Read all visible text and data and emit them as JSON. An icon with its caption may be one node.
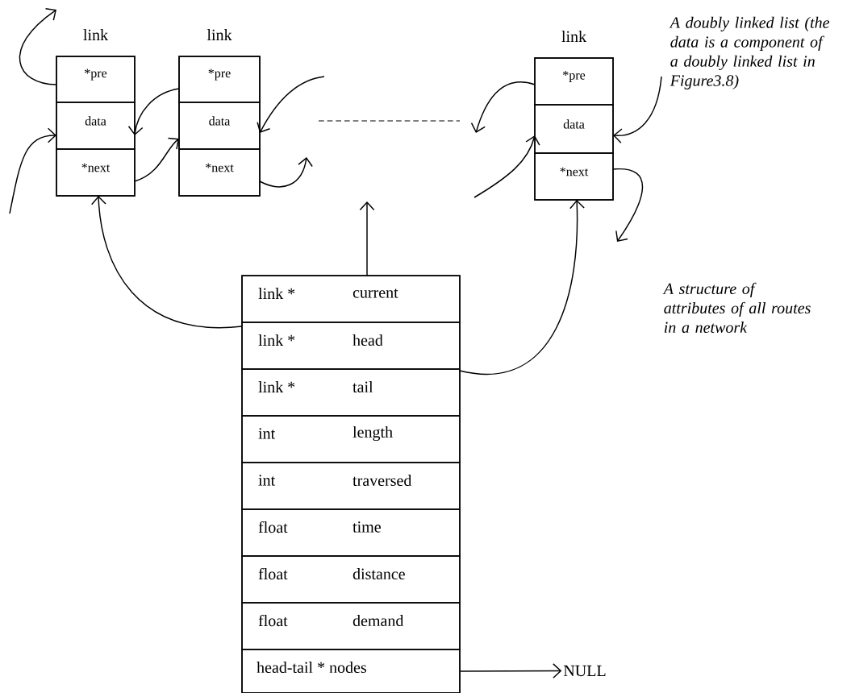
{
  "diagram": {
    "nodes": [
      {
        "text": [
          "link"
        ]
      },
      {
        "text": [
          "*pre"
        ],
        "in": 0
      },
      {
        "text": [
          "data"
        ],
        "in": 0
      },
      {
        "text": [
          "*next"
        ],
        "in": 0
      },
      {
        "text": [
          "link"
        ]
      },
      {
        "text": [
          "*pre"
        ],
        "in": 4
      },
      {
        "text": [
          "data"
        ],
        "in": 4
      },
      {
        "text": [
          "*next"
        ],
        "in": 4
      },
      {
        "text": [
          "link"
        ]
      },
      {
        "text": [
          "*pre"
        ],
        "in": 8
      },
      {
        "text": [
          "data"
        ],
        "in": 8
      },
      {
        "text": [
          "*next"
        ],
        "in": 8
      },
      {
        "text": [],
        "shape": "box"
      },
      {
        "text": [
          "link *",
          "current"
        ],
        "in": 12
      },
      {
        "text": [
          "link *",
          "head"
        ],
        "in": 12
      },
      {
        "text": [
          "link *",
          "tail"
        ],
        "in": 12
      },
      {
        "text": [
          "int",
          "length"
        ],
        "in": 12
      },
      {
        "text": [
          "int",
          "traversed"
        ],
        "in": 12
      },
      {
        "text": [
          "float",
          "time"
        ],
        "in": 12
      },
      {
        "text": [
          "float",
          "distance"
        ],
        "in": 12
      },
      {
        "text": [
          "float",
          "demand"
        ],
        "in": 12
      },
      {
        "text": [
          "head-tail * nodes"
        ],
        "in": 12
      },
      {
        "text": [
          "NULL"
        ]
      },
      {
        "text": [
          "A doubly linked list (the data is a component of a doubly linked list in Figure3.8)"
        ]
      }
    ],
    "edges": [
      {
        "from": 1,
        "to": null,
        "arrow": "to"
      },
      {
        "from": null,
        "to": 2,
        "arrow": "to"
      },
      {
        "from": 5,
        "to": 2,
        "arrow": "to"
      },
      {
        "from": 3,
        "to": 6,
        "arrow": "to"
      },
      {
        "from": null,
        "to": 6,
        "arrow": "to"
      },
      {
        "from": 7,
        "to": null,
        "arrow": "to"
      },
      {
        "from": 9,
        "to": null,
        "arrow": "to"
      },
      {
        "from": null,
        "to": 10,
        "arrow": "to"
      },
      {
        "from": 23,
        "to": 10,
        "arrow": "to"
      },
      {
        "from": 11,
        "to": null,
        "arrow": "to"
      },
      {
        "from": 13,
        "to": null,
        "arrow": "to"
      },
      {
        "from": 14,
        "to": 0,
        "arrow": "to"
      },
      {
        "from": 15,
        "to": 8,
        "arrow": "to"
      },
      {
        "from": 21,
        "to": 22,
        "arrow": "to"
      }
    ],
    "labels": [
      "A structure of attributes of all routes in a network"
    ]
  }
}
